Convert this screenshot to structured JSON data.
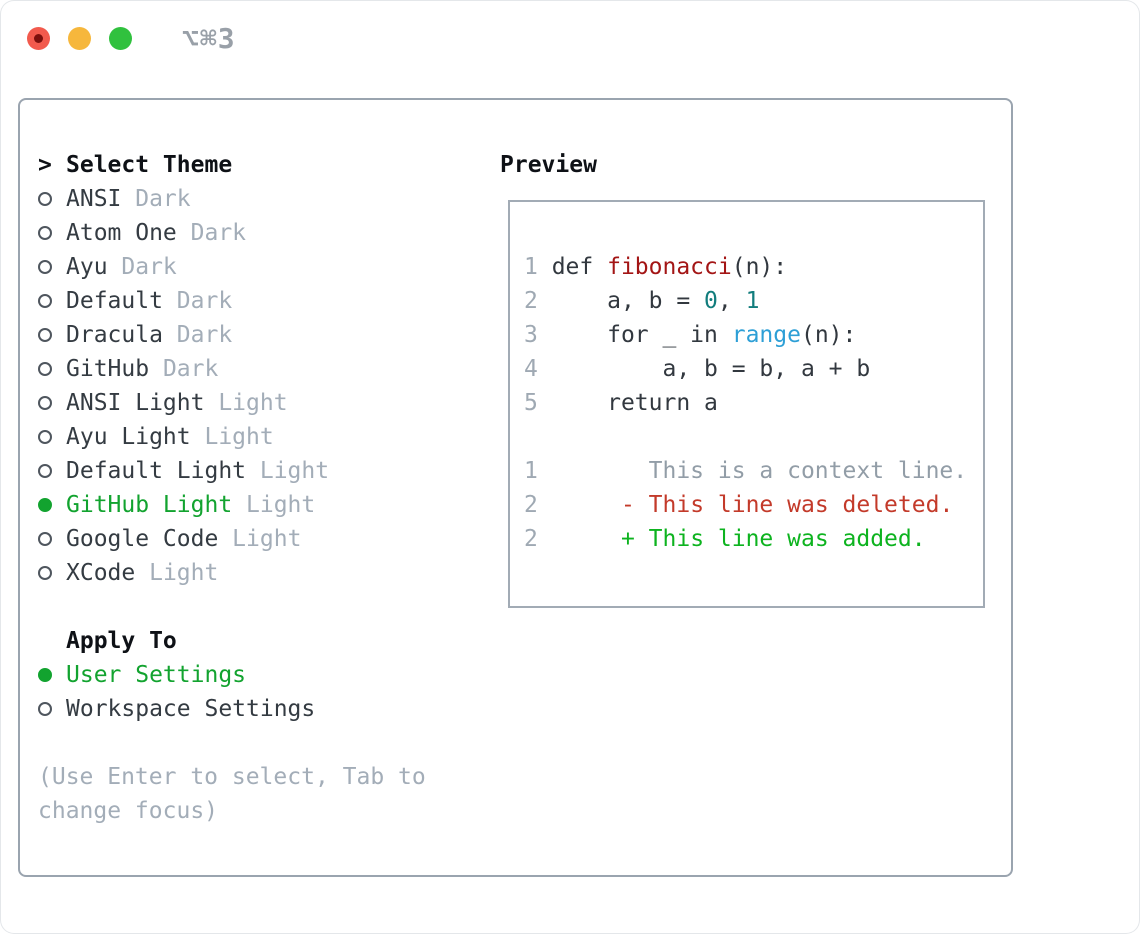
{
  "window": {
    "title": "⌥⌘3"
  },
  "palette": {
    "selected_green": "#12a32f",
    "added_green": "#0db31f",
    "deleted_red": "#c33a2a",
    "function_red": "#a31515",
    "number_teal": "#127d7d",
    "builtin_blue": "#2d9fd6",
    "muted_gray": "#a3adb8",
    "text_dark": "#343b42",
    "panel_border": "#9aa4af",
    "traffic_red": "#f25a4d",
    "traffic_yellow": "#f6b73c",
    "traffic_green": "#30c13e"
  },
  "theme_list": {
    "prompt": ">",
    "title": "Select Theme",
    "items": [
      {
        "name": "ANSI",
        "variant": "Dark",
        "selected": false
      },
      {
        "name": "Atom One",
        "variant": "Dark",
        "selected": false
      },
      {
        "name": "Ayu",
        "variant": "Dark",
        "selected": false
      },
      {
        "name": "Default",
        "variant": "Dark",
        "selected": false
      },
      {
        "name": "Dracula",
        "variant": "Dark",
        "selected": false
      },
      {
        "name": "GitHub",
        "variant": "Dark",
        "selected": false
      },
      {
        "name": "ANSI Light",
        "variant": "Light",
        "selected": false
      },
      {
        "name": "Ayu Light",
        "variant": "Light",
        "selected": false
      },
      {
        "name": "Default Light",
        "variant": "Light",
        "selected": false
      },
      {
        "name": "GitHub Light",
        "variant": "Light",
        "selected": true
      },
      {
        "name": "Google Code",
        "variant": "Light",
        "selected": false
      },
      {
        "name": "XCode",
        "variant": "Light",
        "selected": false
      }
    ]
  },
  "apply_to": {
    "title": "Apply To",
    "items": [
      {
        "name": "User Settings",
        "selected": true
      },
      {
        "name": "Workspace Settings",
        "selected": false
      }
    ]
  },
  "hint": "(Use Enter to select, Tab to change focus)",
  "preview": {
    "title": "Preview",
    "lines": [
      {
        "segments": [
          [
            "1 ",
            "ln"
          ],
          [
            "def ",
            "code"
          ],
          [
            "fibonacci",
            "fn"
          ],
          [
            "(n):",
            "code"
          ]
        ]
      },
      {
        "segments": [
          [
            "2 ",
            "ln"
          ],
          [
            "    a, b = ",
            "code"
          ],
          [
            "0",
            "nm"
          ],
          [
            ", ",
            "code"
          ],
          [
            "1",
            "nm"
          ]
        ]
      },
      {
        "segments": [
          [
            "3 ",
            "ln"
          ],
          [
            "    for _ in ",
            "code"
          ],
          [
            "range",
            "bi"
          ],
          [
            "(n):",
            "code"
          ]
        ]
      },
      {
        "segments": [
          [
            "4 ",
            "ln"
          ],
          [
            "        a, b = b, a + b",
            "code"
          ]
        ]
      },
      {
        "segments": [
          [
            "5 ",
            "ln"
          ],
          [
            "    return a",
            "code"
          ]
        ]
      },
      {
        "segments": []
      },
      {
        "segments": [
          [
            "1 ",
            "ln"
          ],
          [
            "       This is a context line.",
            "ctx"
          ]
        ]
      },
      {
        "segments": [
          [
            "2 ",
            "ln"
          ],
          [
            "     ",
            "code"
          ],
          [
            "- This line was deleted.",
            "del"
          ]
        ]
      },
      {
        "segments": [
          [
            "2 ",
            "ln"
          ],
          [
            "     ",
            "code"
          ],
          [
            "+ This line was added.",
            "add"
          ]
        ]
      }
    ]
  }
}
